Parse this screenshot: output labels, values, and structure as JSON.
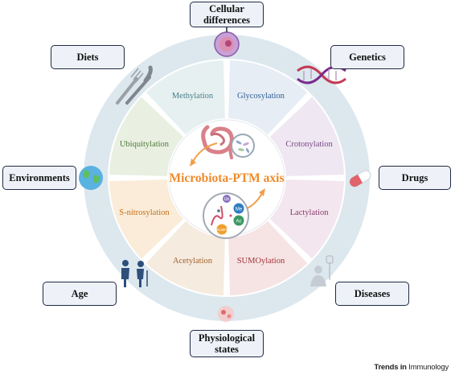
{
  "center": {
    "title": "Microbiota-PTM axis"
  },
  "ptms": [
    {
      "label": "Methylation",
      "color": "#4a7f8a",
      "fill": "#e6f0f0"
    },
    {
      "label": "Glycosylation",
      "color": "#2f5f93",
      "fill": "#e6edf5"
    },
    {
      "label": "Crotonylation",
      "color": "#7a4a8a",
      "fill": "#efe7f1"
    },
    {
      "label": "Lactylation",
      "color": "#8a3b6c",
      "fill": "#f3e6ee"
    },
    {
      "label": "SUMOylation",
      "color": "#a3333a",
      "fill": "#f6e4e4"
    },
    {
      "label": "Acetylation",
      "color": "#a0622f",
      "fill": "#f6ebdf"
    },
    {
      "label": "S-nitrosylation",
      "color": "#c4701c",
      "fill": "#faecd8"
    },
    {
      "label": "Ubiquitylation",
      "color": "#4f7a3c",
      "fill": "#e9f0e2"
    }
  ],
  "factors": {
    "cellular": {
      "line1": "Cellular",
      "line2": "differences"
    },
    "diets": "Diets",
    "genetics": "Genetics",
    "environments": "Environments",
    "drugs": "Drugs",
    "age": "Age",
    "diseases": "Diseases",
    "physiological": {
      "line1": "Physiological",
      "line2": "states"
    }
  },
  "molecules": {
    "me": "Me",
    "ac": "Ac",
    "ub": "Ub",
    "sumo": "SUMO"
  },
  "footer": {
    "brand": "Trends in",
    "journal": "Immunology"
  },
  "colors": {
    "outer_ring": "#dbe8ee",
    "box_border": "#1e2a44",
    "arrow": "#f0a04b",
    "title": "#ef8a2a"
  }
}
